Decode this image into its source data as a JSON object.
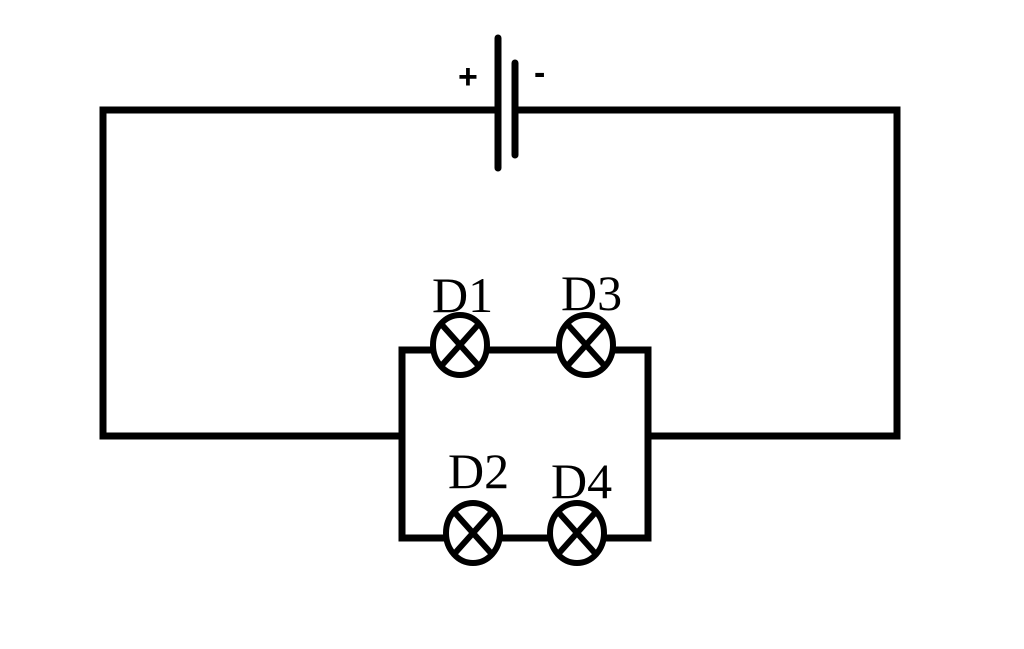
{
  "battery": {
    "plus_label": "+",
    "minus_label": "-"
  },
  "lamps": [
    {
      "id": "D1",
      "label": "D1"
    },
    {
      "id": "D3",
      "label": "D3"
    },
    {
      "id": "D2",
      "label": "D2"
    },
    {
      "id": "D4",
      "label": "D4"
    }
  ]
}
